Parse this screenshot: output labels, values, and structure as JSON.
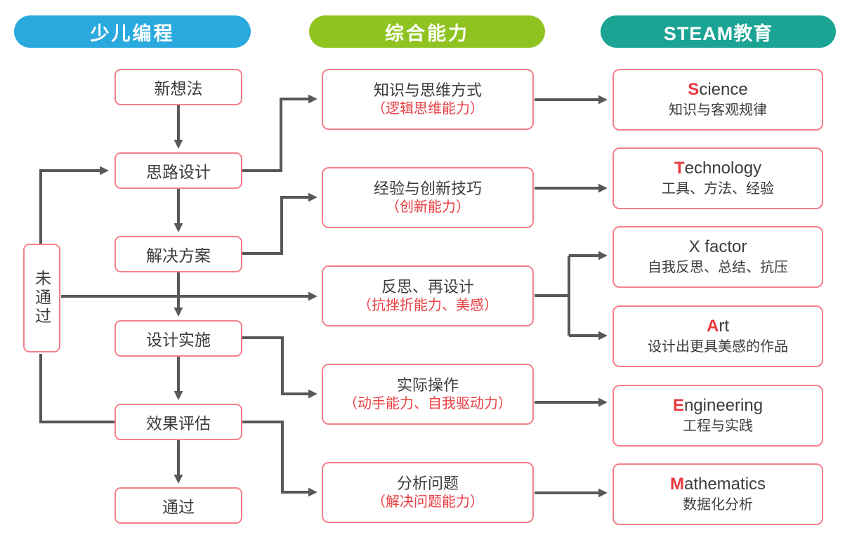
{
  "header": {
    "pills": [
      {
        "label": "少儿编程",
        "color": "#29a9de"
      },
      {
        "label": "综合能力",
        "color": "#8fc320"
      },
      {
        "label": "STEAM教育",
        "color": "#1ba393"
      }
    ]
  },
  "flow": {
    "steps": [
      "新想法",
      "思路设计",
      "解决方案",
      "设计实施",
      "效果评估",
      "通过"
    ],
    "fail_label": "未通过"
  },
  "abilities": {
    "items": [
      {
        "title": "知识与思维方式",
        "subtitle": "（逻辑思维能力）"
      },
      {
        "title": "经验与创新技巧",
        "subtitle": "（创新能力）"
      },
      {
        "title": "反思、再设计",
        "subtitle": "（抗挫折能力、美感）"
      },
      {
        "title": "实际操作",
        "subtitle": "（动手能力、自我驱动力）"
      },
      {
        "title": "分析问题",
        "subtitle": "（解决问题能力）"
      }
    ]
  },
  "steam": {
    "items": [
      {
        "initial": "S",
        "rest": "cience",
        "subtitle": "知识与客观规律"
      },
      {
        "initial": "T",
        "rest": "echnology",
        "subtitle": "工具、方法、经验"
      },
      {
        "initial": "X",
        "rest": " factor",
        "subtitle": "自我反思、总结、抗压"
      },
      {
        "initial": "A",
        "rest": "rt",
        "subtitle": "设计出更具美感的作品"
      },
      {
        "initial": "E",
        "rest": "ngineering",
        "subtitle": "工程与实践"
      },
      {
        "initial": "M",
        "rest": "athematics",
        "subtitle": "数据化分析"
      }
    ]
  },
  "colors": {
    "pill_blue": "#29a9de",
    "pill_green": "#8fc320",
    "pill_teal": "#1ba393",
    "box_border": "#f4808a",
    "text_dark": "#3f3b3a",
    "text_red": "#e94044",
    "connector_gray": "#595757"
  }
}
